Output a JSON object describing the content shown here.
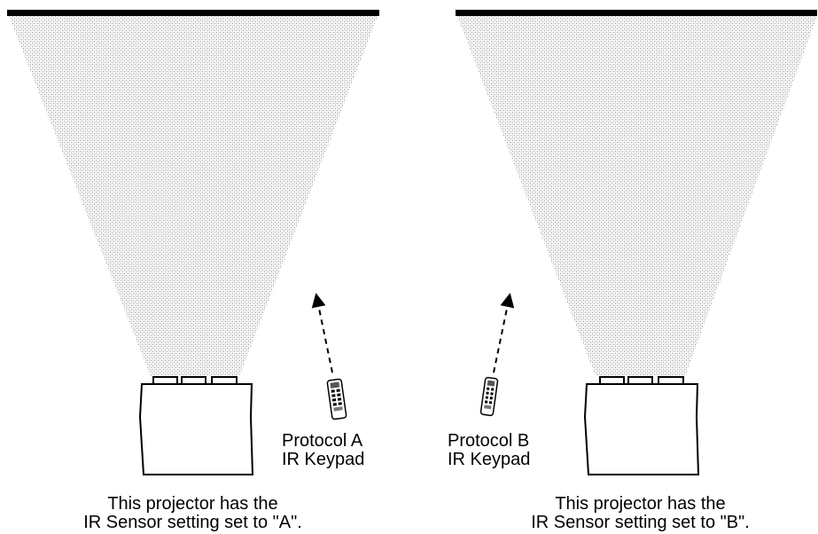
{
  "left_setup": {
    "keypad_label": {
      "line1": "Protocol A",
      "line2": "IR Keypad"
    },
    "caption": {
      "line1": "This projector has the",
      "line2": "IR Sensor setting set to \"A\"."
    }
  },
  "right_setup": {
    "keypad_label": {
      "line1": "Protocol B",
      "line2": "IR Keypad"
    },
    "caption": {
      "line1": "This projector has the",
      "line2": "IR Sensor setting set to \"B\"."
    }
  },
  "colors": {
    "ink": "#000000",
    "light_beam": "#c8c8c8",
    "background": "#ffffff"
  }
}
